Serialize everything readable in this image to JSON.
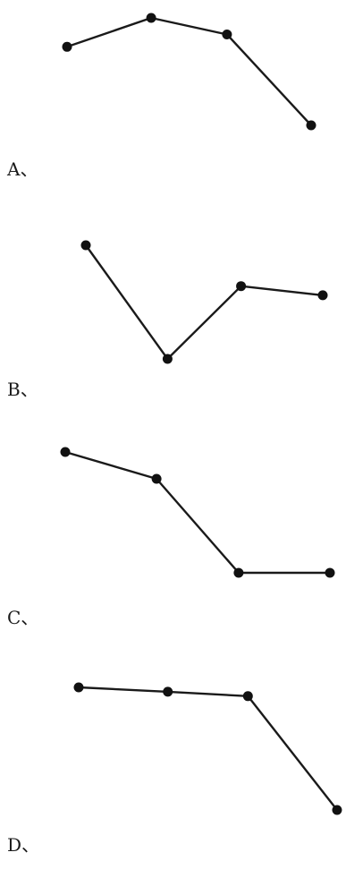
{
  "options": [
    {
      "label": "A、",
      "points": [
        [
          0.0,
          0.3
        ],
        [
          1.0,
          1.0
        ],
        [
          1.9,
          0.6
        ],
        [
          2.9,
          -1.6
        ]
      ]
    },
    {
      "label": "B、",
      "points": [
        [
          0.0,
          1.3
        ],
        [
          1.0,
          -1.2
        ],
        [
          1.9,
          0.4
        ],
        [
          2.9,
          0.2
        ]
      ]
    },
    {
      "label": "C、",
      "points": [
        [
          0.0,
          1.3
        ],
        [
          1.0,
          0.7
        ],
        [
          1.9,
          -1.4
        ],
        [
          2.9,
          -1.4
        ]
      ]
    },
    {
      "label": "D、",
      "points": [
        [
          0.0,
          1.1
        ],
        [
          1.0,
          1.0
        ],
        [
          1.9,
          0.9
        ],
        [
          2.9,
          -1.7
        ]
      ]
    }
  ],
  "colors": {
    "line": "#1a1a1a",
    "vertex": "#111111",
    "background": "#ffffff"
  }
}
